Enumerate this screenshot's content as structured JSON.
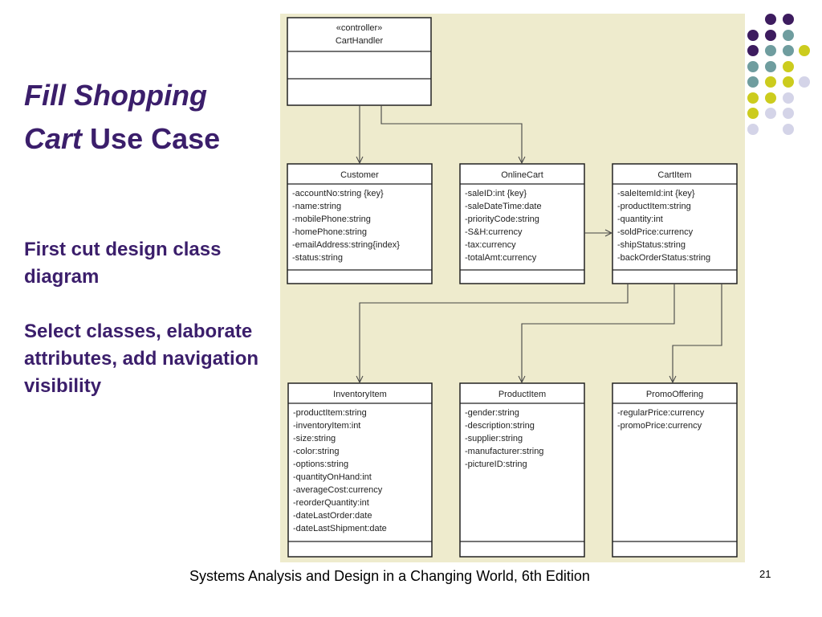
{
  "slide": {
    "title_italic": "Fill Shopping Cart",
    "title_normal": "Use Case",
    "subtitle1": "First cut design class diagram",
    "subtitle2": "Select classes, elaborate attributes, add navigation visibility",
    "footer": "Systems Analysis and Design in a Changing World, 6th Edition",
    "page_number": "21"
  },
  "colors": {
    "title": "#3b1e6b",
    "diagram_bg": "#eeebcd",
    "dot_purple": "#3d1c5f",
    "dot_teal": "#6f9d9f",
    "dot_olive": "#cccc1e",
    "dot_lilac": "#d4d4e8"
  },
  "diagram": {
    "classes": [
      {
        "id": "carthandler",
        "stereotype": "«controller»",
        "name": "CartHandler",
        "attributes": []
      },
      {
        "id": "customer",
        "name": "Customer",
        "attributes": [
          "-accountNo:string {key}",
          "-name:string",
          "-mobilePhone:string",
          "-homePhone:string",
          "-emailAddress:string{index}",
          "-status:string"
        ]
      },
      {
        "id": "onlinecart",
        "name": "OnlineCart",
        "attributes": [
          "-saleID:int {key}",
          "-saleDateTime:date",
          "-priorityCode:string",
          "-S&H:currency",
          "-tax:currency",
          "-totalAmt:currency"
        ]
      },
      {
        "id": "cartitem",
        "name": "CartItem",
        "attributes": [
          "-saleItemId:int {key}",
          "-productItem:string",
          "-quantity:int",
          "-soldPrice:currency",
          "-shipStatus:string",
          "-backOrderStatus:string"
        ]
      },
      {
        "id": "inventoryitem",
        "name": "InventoryItem",
        "attributes": [
          "-productItem:string",
          "-inventoryItem:int",
          "-size:string",
          "-color:string",
          "-options:string",
          "-quantityOnHand:int",
          "-averageCost:currency",
          "-reorderQuantity:int",
          "-dateLastOrder:date",
          "-dateLastShipment:date"
        ]
      },
      {
        "id": "productitem",
        "name": "ProductItem",
        "attributes": [
          "-gender:string",
          "-description:string",
          "-supplier:string",
          "-manufacturer:string",
          "-pictureID:string"
        ]
      },
      {
        "id": "promooffering",
        "name": "PromoOffering",
        "attributes": [
          "-regularPrice:currency",
          "-promoPrice:currency"
        ]
      }
    ],
    "associations": [
      {
        "from": "carthandler",
        "to": "customer"
      },
      {
        "from": "carthandler",
        "to": "onlinecart"
      },
      {
        "from": "onlinecart",
        "to": "cartitem"
      },
      {
        "from": "cartitem",
        "to": "inventoryitem"
      },
      {
        "from": "cartitem",
        "to": "productitem"
      },
      {
        "from": "cartitem",
        "to": "promooffering"
      }
    ]
  }
}
